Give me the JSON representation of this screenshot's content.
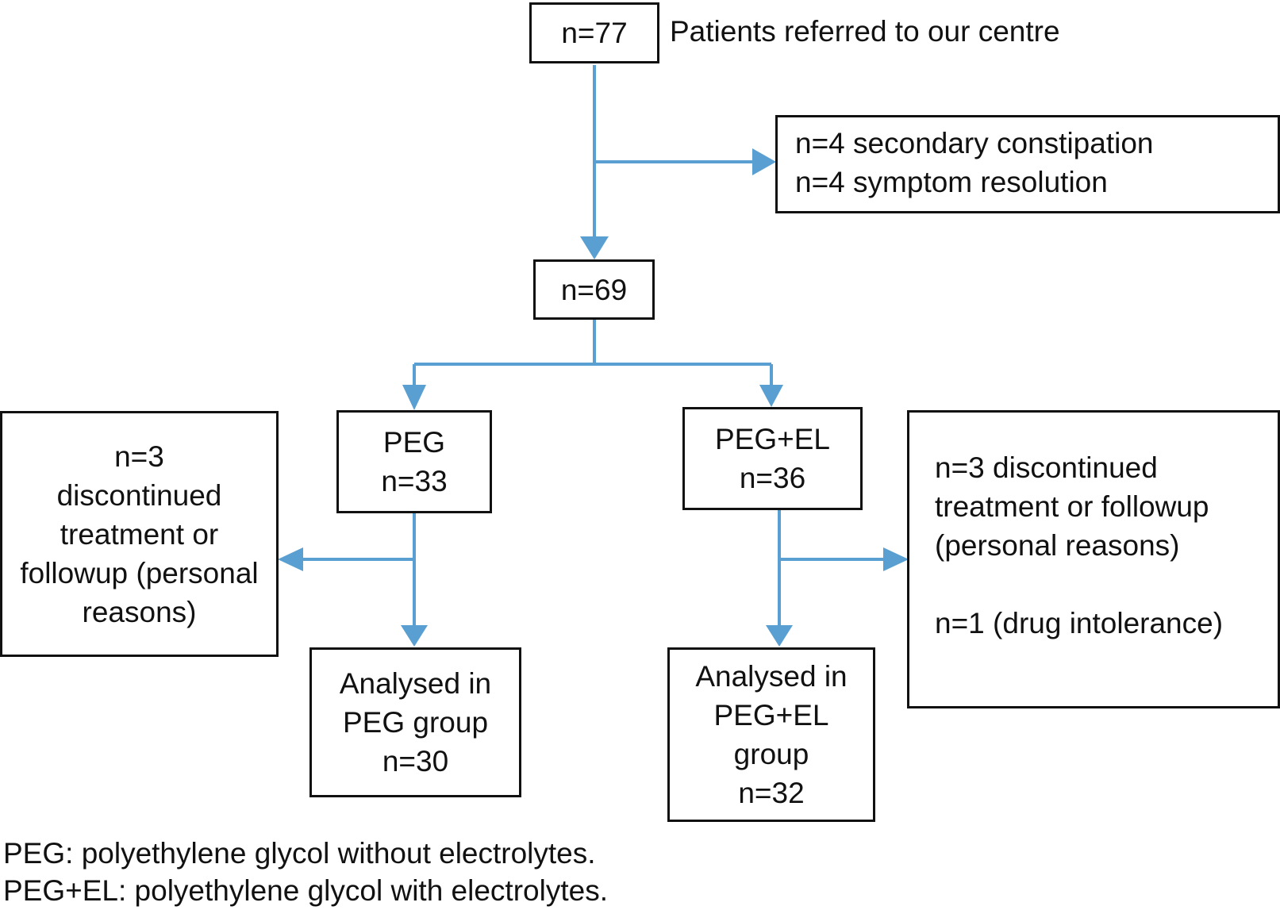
{
  "colors": {
    "arrow": "#5a9fd1",
    "box_border": "#111111",
    "text": "#111111"
  },
  "referred": {
    "count": "n=77",
    "label": "Patients referred to our centre"
  },
  "excluded": {
    "lines": [
      "n=4 secondary constipation",
      "n=4 symptom resolution"
    ]
  },
  "randomised": {
    "count": "n=69"
  },
  "peg": {
    "allocation": [
      "PEG",
      "n=33"
    ],
    "dropout": [
      "n=3",
      "discontinued",
      "treatment or",
      "followup (personal",
      "reasons)"
    ],
    "analysed": [
      "Analysed in",
      "PEG group",
      "n=30"
    ]
  },
  "peg_el": {
    "allocation": [
      "PEG+EL",
      "n=36"
    ],
    "dropout": [
      "n=3 discontinued",
      "treatment or followup",
      "(personal reasons)",
      "n=1 (drug intolerance)"
    ],
    "analysed": [
      "Analysed in",
      "PEG+EL",
      "group",
      "n=32"
    ]
  },
  "footnotes": [
    "PEG: polyethylene glycol without electrolytes.",
    "PEG+EL: polyethylene glycol with electrolytes."
  ]
}
